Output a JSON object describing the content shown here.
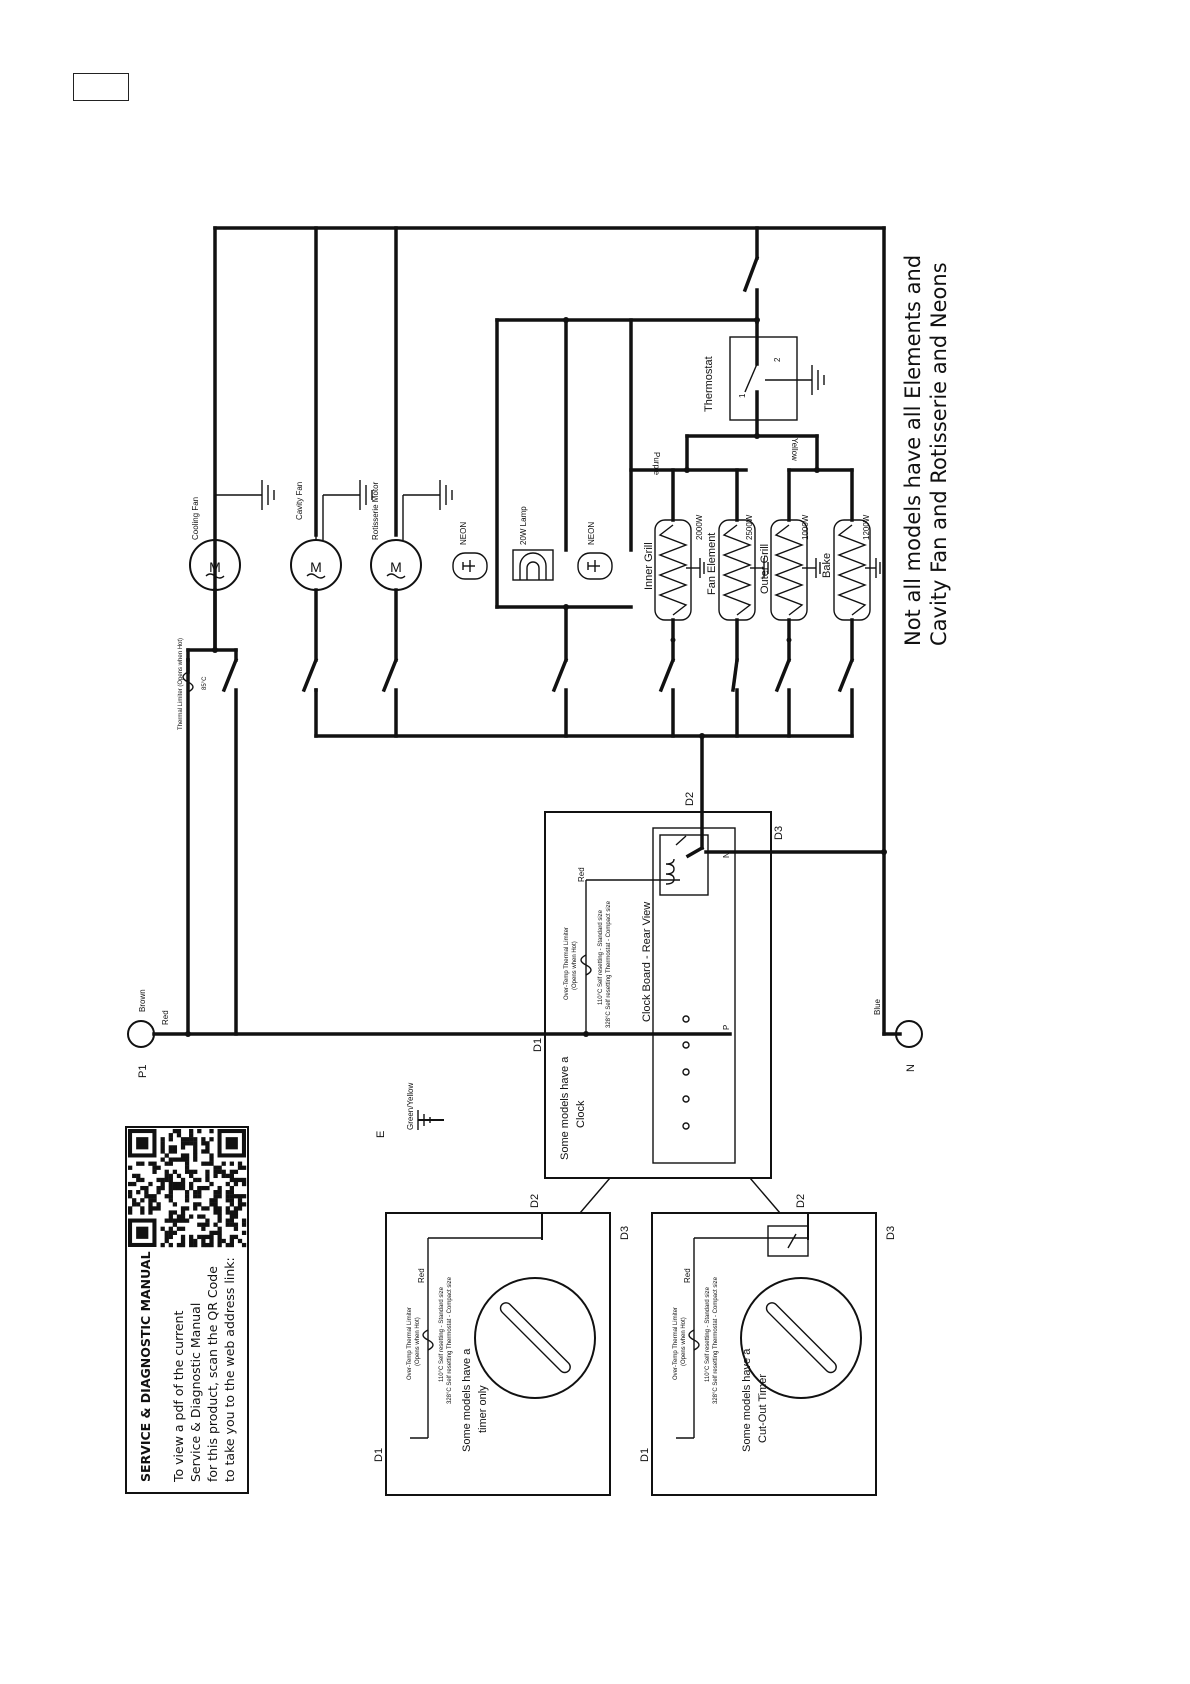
{
  "notes": {
    "line1": "Not all models have all Elements and",
    "line2": "Cavity Fan and Rotisserie and Neons"
  },
  "terminals": {
    "p1": "P1",
    "n": "N",
    "e": "E"
  },
  "wire_colors": {
    "brown": "Brown",
    "red": "Red",
    "blue": "Blue",
    "green_yellow": "Green/Yellow",
    "purple": "Purple",
    "yellow": "Yellow"
  },
  "components": {
    "cooling_fan": "Cooling Fan",
    "cavity_fan": "Cavity Fan",
    "rotisserie_motor": "Rotisserie Motor",
    "neon_1": "NEON",
    "lamp": "20W Lamp",
    "neon_2": "NEON",
    "thermostat": "Thermostat",
    "thermostat_pin_1": "1",
    "thermostat_pin_2": "2",
    "motor_symbol": "M",
    "thermal_limiter": "Thermal Limiter (Opens when Hot)",
    "thermal_limiter_temp": "85°C"
  },
  "elements": [
    {
      "name": "Inner Grill",
      "watts": "2000W"
    },
    {
      "name": "Fan Element",
      "watts": "2500W"
    },
    {
      "name": "Outer Grill",
      "watts": "1000W"
    },
    {
      "name": "Bake",
      "watts": "1200W"
    }
  ],
  "clock_board": {
    "title": "Clock Board - Rear View",
    "caption_line1": "Some models have a",
    "caption_line2": "Clock",
    "limiter_line1": "Over-Temp Thermal Limiter",
    "limiter_line2": "(Opens when Hot)",
    "limiter_line3": "110°C Self resetting - Standard size",
    "limiter_line4": "328°C Self resetting Thermostat - Compact size",
    "red": "Red",
    "p": "P",
    "n": "N",
    "d1": "D1",
    "d2": "D2",
    "d3": "D3"
  },
  "timer_box": {
    "caption_line1": "Some models have a",
    "caption_line2": "timer only",
    "limiter_line1": "Over-Temp Thermal Limiter",
    "limiter_line2": "(Opens when Hot)",
    "limiter_line3": "110°C Self resetting - Standard size",
    "limiter_line4": "328°C Self resetting Thermostat - Compact size",
    "red": "Red",
    "d1": "D1",
    "d2": "D2",
    "d3": "D3"
  },
  "cutout_box": {
    "caption_line1": "Some models have a",
    "caption_line2": "Cut-Out Timer",
    "limiter_line1": "Over-Temp Thermal Limiter",
    "limiter_line2": "(Opens when Hot)",
    "limiter_line3": "110°C Self resetting - Standard size",
    "limiter_line4": "328°C Self resetting Thermostat - Compact size",
    "red": "Red",
    "d1": "D1",
    "d2": "D2",
    "d3": "D3"
  },
  "service": {
    "heading": "SERVICE & DIAGNOSTIC MANUAL",
    "line1": "To view a pdf of the current",
    "line2": "Service & Diagnostic Manual",
    "line3": "for this product, scan the QR Code",
    "line4": "to take you to the web address link:"
  }
}
